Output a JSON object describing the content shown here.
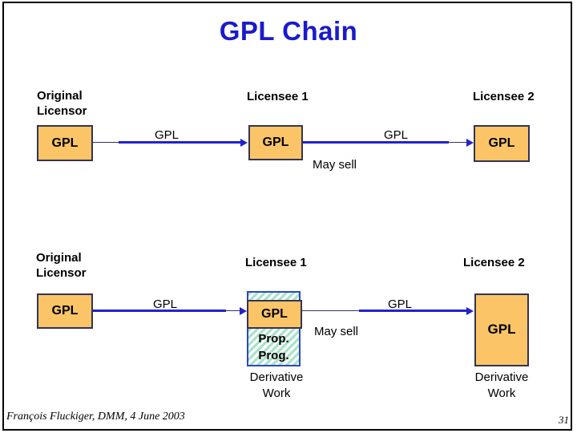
{
  "title": "GPL Chain",
  "colors": {
    "title_blue": "#1A1ACC",
    "arrow_blue": "#2222CC",
    "line_dark": "#333366",
    "box_fill": "#FBC567",
    "box_border": "#333355",
    "hatch_green": "#A8E3C8",
    "hatch_border": "#2A48C0"
  },
  "diagram_top": {
    "original_licensor_label": "Original Licensor",
    "licensee1_label": "Licensee 1",
    "licensee2_label": "Licensee 2",
    "box1_label": "GPL",
    "box2_label": "GPL",
    "box3_label": "GPL",
    "arrow1_label": "GPL",
    "arrow2_label": "GPL",
    "may_sell_label": "May sell"
  },
  "diagram_bottom": {
    "original_licensor_label": "Original Licensor",
    "licensee1_label": "Licensee 1",
    "licensee2_label": "Licensee 2",
    "box1_label": "GPL",
    "arrow1_label": "GPL",
    "arrow2_label": "GPL",
    "may_sell_label": "May sell",
    "stack_gpl_label": "GPL",
    "prop_prog_line1": "Prop.",
    "prop_prog_line2": "Prog.",
    "derivative_work_left": "Derivative Work",
    "derivative_work_right": "Derivative Work",
    "licensee2_box_label": "GPL"
  },
  "footer": {
    "credit": "François Fluckiger, DMM, 4 June 2003",
    "page_number": "31"
  }
}
